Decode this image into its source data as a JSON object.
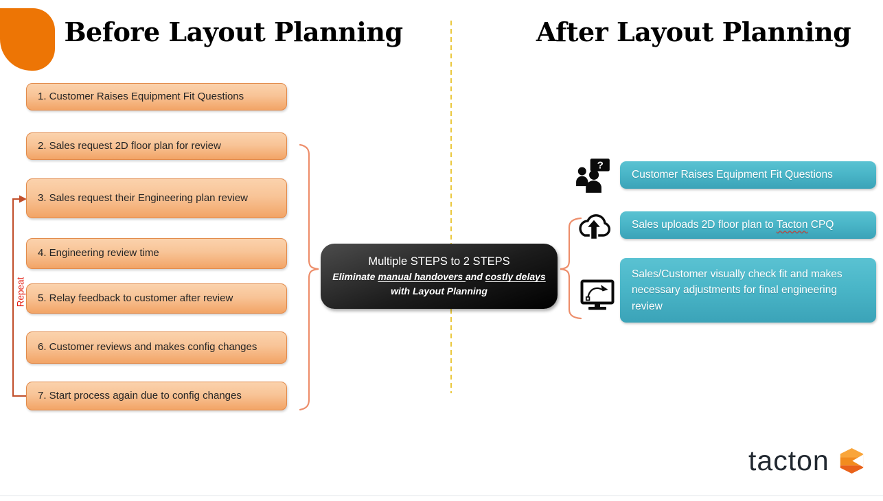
{
  "titles": {
    "before": "Before Layout Planning",
    "after": "After Layout Planning"
  },
  "before": {
    "steps": [
      "1. Customer Raises Equipment Fit Questions",
      "2. Sales request 2D floor plan for review",
      "3. Sales request their Engineering plan review",
      "4. Engineering review time",
      "5. Relay feedback to customer after review",
      "6. Customer reviews and makes config changes",
      "7. Start process again due to config changes"
    ],
    "repeat_label": "Repeat"
  },
  "center_callout": {
    "title": "Multiple STEPS to 2 STEPS",
    "subtitle_segments": [
      {
        "text": "Eliminate ",
        "underline": false
      },
      {
        "text": "manual handovers ",
        "underline": true
      },
      {
        "text": "and ",
        "underline": false
      },
      {
        "text": "costly delays",
        "underline": true
      }
    ],
    "subtitle_line2": "with Layout Planning"
  },
  "after": {
    "steps": [
      {
        "icon": "people-question-icon",
        "text": "Customer Raises Equipment Fit Questions"
      },
      {
        "icon": "cloud-upload-icon",
        "text_parts": {
          "prefix": "Sales uploads 2D floor plan to ",
          "spellcheck_word": "Tacton",
          "suffix": " CPQ"
        }
      },
      {
        "icon": "monitor-design-icon",
        "text": "Sales/Customer visually check fit and makes necessary adjustments for final engineering review"
      }
    ]
  },
  "footer": {
    "brand": "tacton"
  },
  "colors": {
    "accent_orange": "#ED7505",
    "step_box_fill_top": "#FBD2AC",
    "step_box_fill_bottom": "#F2A466",
    "step_box_border": "#E28B4C",
    "teal_box_top": "#5AC2D2",
    "teal_box_bottom": "#3BA3B8",
    "bracket": "#ED8E6B",
    "repeat_line": "#C14F2B",
    "repeat_text": "#E41F13",
    "divider_dash": "#EAC83E",
    "callout_bg": "#000000",
    "callout_text": "#FFFFFF",
    "logo_text_color": "#212830"
  }
}
